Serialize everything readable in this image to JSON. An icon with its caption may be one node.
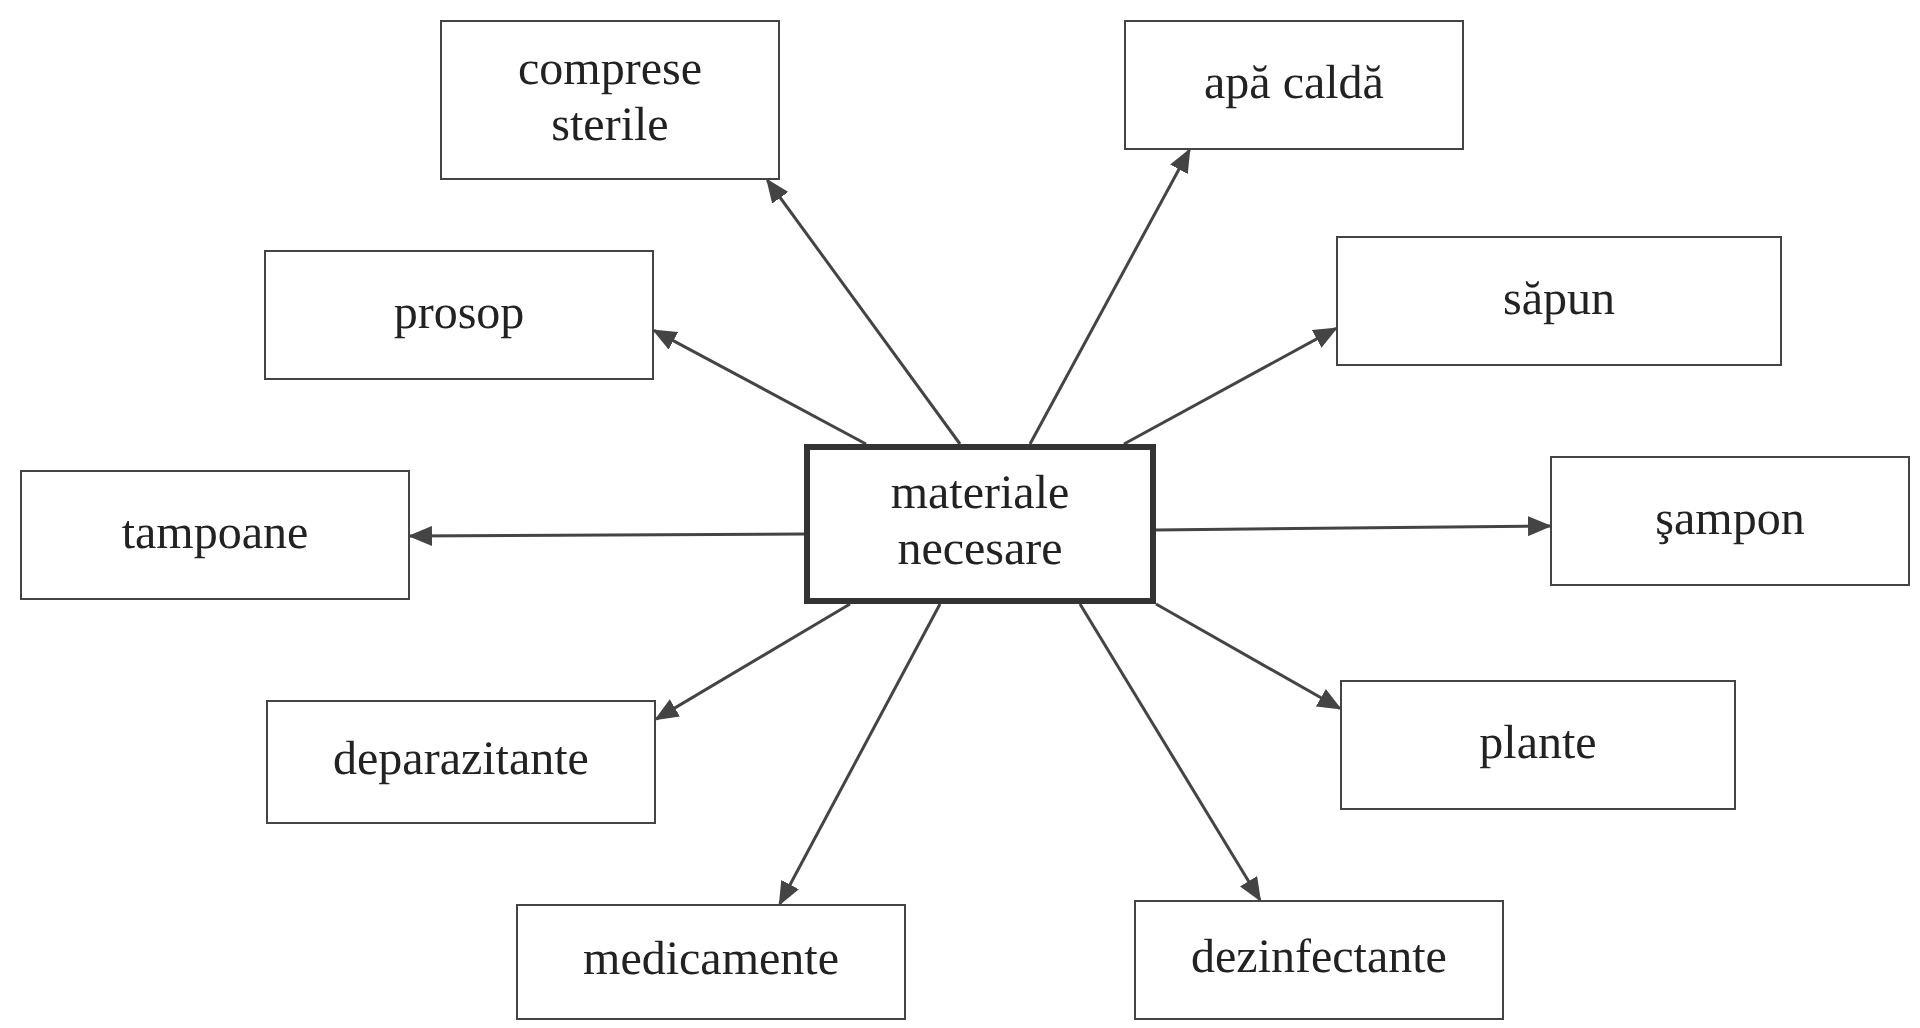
{
  "diagram": {
    "nodes": [
      {
        "text": [
          "materiale necesare"
        ]
      },
      {
        "text": [
          "comprese sterile"
        ]
      },
      {
        "text": [
          "apă caldă"
        ]
      },
      {
        "text": [
          "prosop"
        ]
      },
      {
        "text": [
          "săpun"
        ]
      },
      {
        "text": [
          "tampoane"
        ]
      },
      {
        "text": [
          "şampon"
        ]
      },
      {
        "text": [
          "deparazitante"
        ]
      },
      {
        "text": [
          "plante"
        ]
      },
      {
        "text": [
          "medicamente"
        ]
      },
      {
        "text": [
          "dezinfectante"
        ]
      }
    ],
    "edges": [
      {
        "from": 0,
        "to": 1,
        "arrow": "to"
      },
      {
        "from": 0,
        "to": 2,
        "arrow": "to"
      },
      {
        "from": 0,
        "to": 3,
        "arrow": "to"
      },
      {
        "from": 0,
        "to": 4,
        "arrow": "to"
      },
      {
        "from": 0,
        "to": 5,
        "arrow": "to"
      },
      {
        "from": 0,
        "to": 6,
        "arrow": "to"
      },
      {
        "from": 0,
        "to": 7,
        "arrow": "to"
      },
      {
        "from": 0,
        "to": 8,
        "arrow": "to"
      },
      {
        "from": 0,
        "to": 9,
        "arrow": "to"
      },
      {
        "from": 0,
        "to": 10,
        "arrow": "to"
      }
    ]
  }
}
